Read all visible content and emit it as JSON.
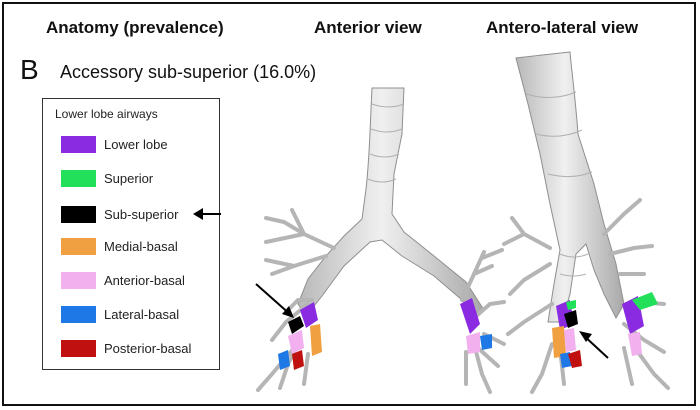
{
  "headers": {
    "col1": "Anatomy (prevalence)",
    "col2": "Anterior view",
    "col3": "Antero-lateral view"
  },
  "panel": {
    "letter": "B",
    "subtitle": "Accessory sub-superior (16.0%)"
  },
  "legend": {
    "title": "Lower lobe airways",
    "items": [
      {
        "label": "Lower lobe",
        "color": "#8a2be2"
      },
      {
        "label": "Superior",
        "color": "#22e05a"
      },
      {
        "label": "Sub-superior",
        "color": "#000000"
      },
      {
        "label": "Medial-basal",
        "color": "#f0a040"
      },
      {
        "label": "Anterior-basal",
        "color": "#f2b0ee"
      },
      {
        "label": "Lateral-basal",
        "color": "#1e78e6"
      },
      {
        "label": "Posterior-basal",
        "color": "#c01010"
      }
    ]
  }
}
